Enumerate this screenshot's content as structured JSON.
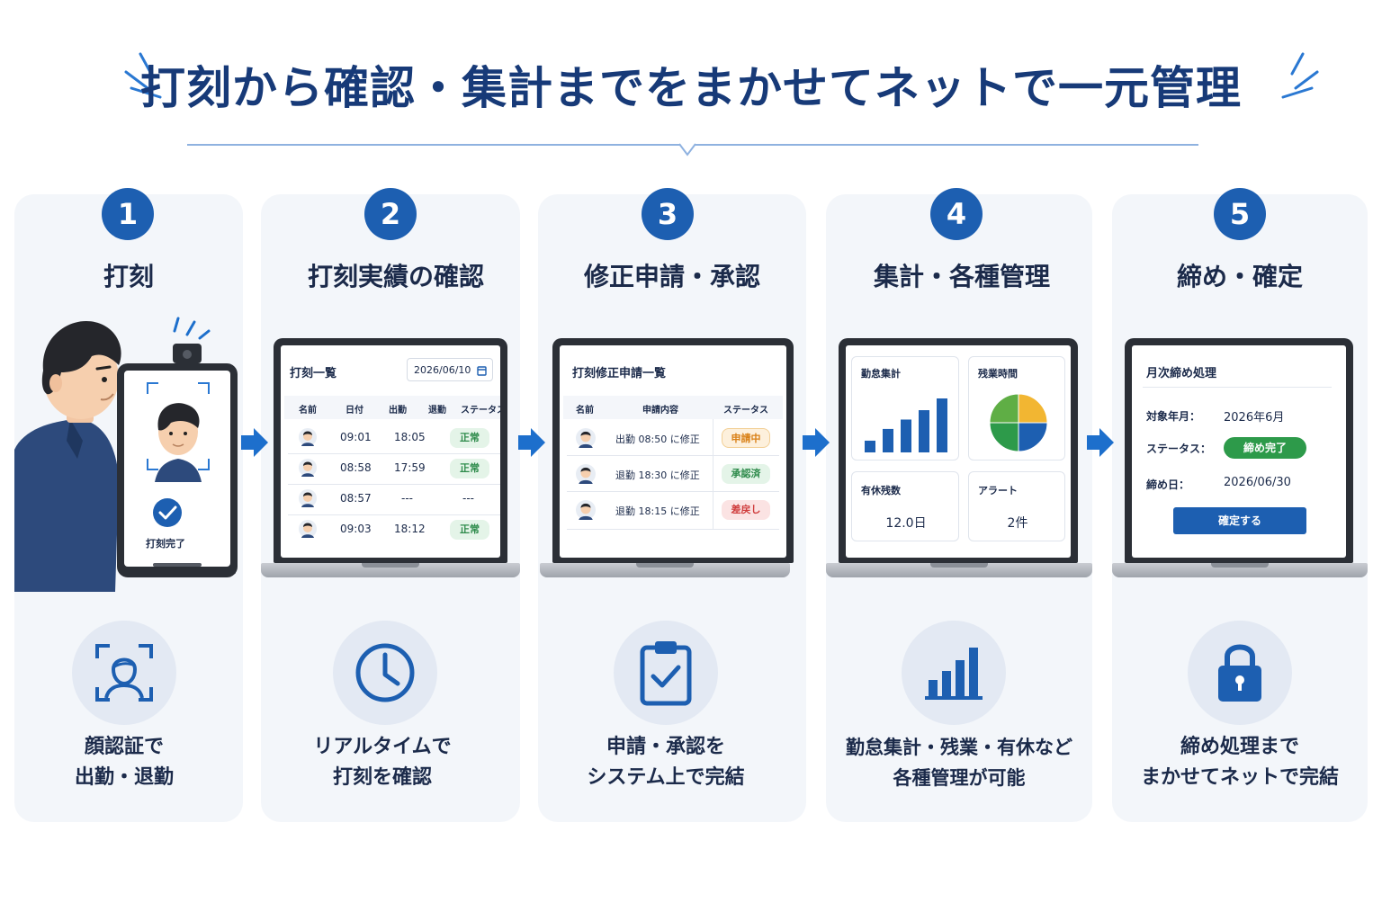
{
  "title": "打刻から確認・集計までをまかせてネットで一元管理",
  "colors": {
    "primary": "#1d5fb1",
    "title": "#173a78",
    "card_bg": "#f3f6fa",
    "ok": "#2d8a4a",
    "pending": "#d98016",
    "rejected": "#cf3b3b"
  },
  "steps": [
    {
      "num": "1",
      "title": "打刻",
      "desc1": "顔認証で",
      "desc2": "出勤・退勤",
      "icon": "face-scan-icon"
    },
    {
      "num": "2",
      "title": "打刻実績の確認",
      "desc1": "リアルタイムで",
      "desc2": "打刻を確認",
      "icon": "clock-icon"
    },
    {
      "num": "3",
      "title": "修正申請・承認",
      "desc1": "申請・承認を",
      "desc2": "システム上で完結",
      "icon": "clipboard-check-icon"
    },
    {
      "num": "4",
      "title": "集計・各種管理",
      "desc1": "勤怠集計・残業・有休など",
      "desc2": "各種管理が可能",
      "icon": "bar-chart-icon"
    },
    {
      "num": "5",
      "title": "締め・確定",
      "desc1": "締め処理まで",
      "desc2": "まかせてネットで完結",
      "icon": "lock-icon"
    }
  ],
  "tablet": {
    "status": "打刻完了"
  },
  "punch_list": {
    "title": "打刻一覧",
    "date": "2026/06/10",
    "headers": [
      "名前",
      "日付",
      "出勤",
      "退勤",
      "ステータス"
    ],
    "rows": [
      {
        "in": "09:01",
        "out": "18:05",
        "status": "正常"
      },
      {
        "in": "08:58",
        "out": "17:59",
        "status": "正常"
      },
      {
        "in": "08:57",
        "out": "---",
        "status": "---"
      },
      {
        "in": "09:03",
        "out": "18:12",
        "status": "正常"
      }
    ]
  },
  "correction_list": {
    "title": "打刻修正申請一覧",
    "headers": [
      "名前",
      "申請内容",
      "ステータス"
    ],
    "rows": [
      {
        "content": "出勤 08:50 に修正",
        "status": "申請中"
      },
      {
        "content": "退勤 18:30 に修正",
        "status": "承認済"
      },
      {
        "content": "退勤 18:15 に修正",
        "status": "差戻し"
      }
    ]
  },
  "summary": {
    "attendance": "勤怠集計",
    "overtime": "残業時間",
    "leave_label": "有休残数",
    "leave_value": "12.0日",
    "alert_label": "アラート",
    "alert_value": "2件"
  },
  "chart_data": [
    {
      "type": "bar",
      "title": "勤怠集計",
      "values": [
        1,
        2,
        2.8,
        3.6,
        4.6
      ]
    },
    {
      "type": "pie",
      "title": "残業時間",
      "values": [
        25,
        25,
        25,
        25
      ],
      "colors": [
        "#f2b632",
        "#1d5fb1",
        "#2d9a4a",
        "#5fae45"
      ]
    }
  ],
  "closing": {
    "title": "月次締め処理",
    "month_label": "対象年月：",
    "month_value": "2026年6月",
    "status_label": "ステータス：",
    "status_value": "締め完了",
    "date_label": "締め日：",
    "date_value": "2026/06/30",
    "confirm_button": "確定する"
  }
}
